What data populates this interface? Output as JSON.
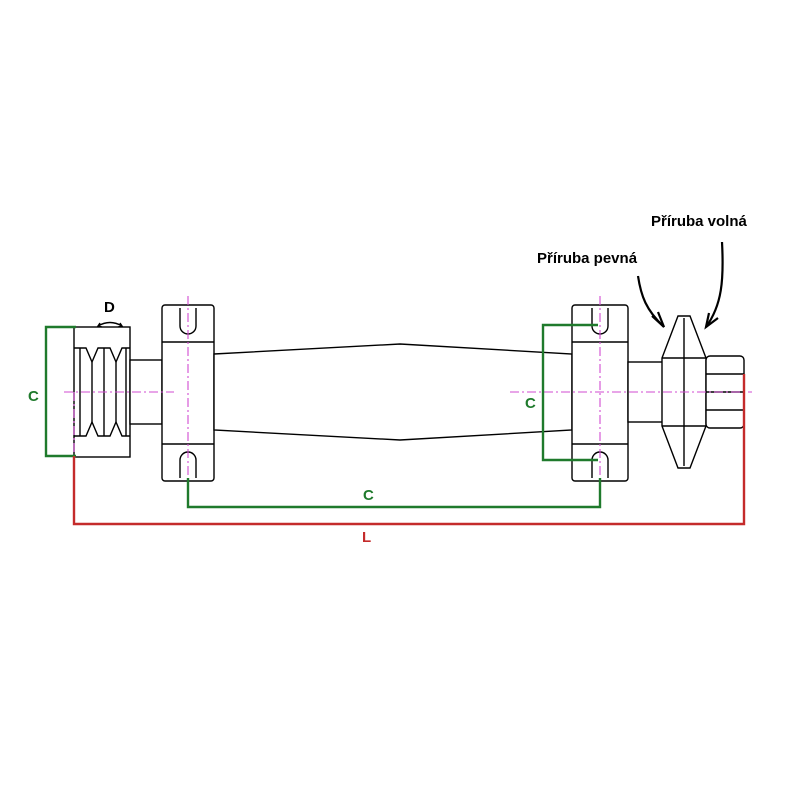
{
  "labels": {
    "flange_fixed": "Příruba pevná",
    "flange_loose": "Příruba volná",
    "pulley_diameter": "D",
    "length": "L",
    "dim_c_left": "C",
    "dim_c_middle": "C",
    "dim_c_right": "C"
  },
  "colors": {
    "dimension_green": "#1f7a2c",
    "dimension_red": "#c42b2b",
    "center_line": "#d24bd2",
    "outline": "#000000"
  }
}
